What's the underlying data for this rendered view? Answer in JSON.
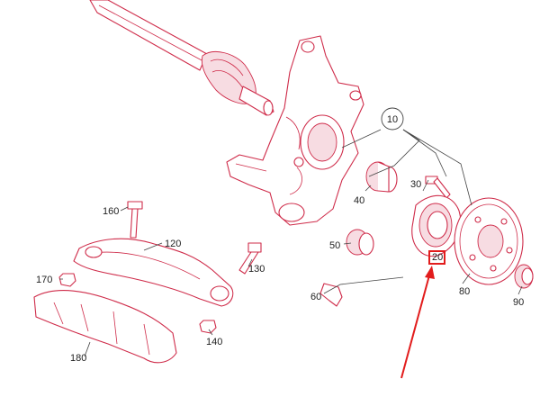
{
  "colors": {
    "line_art": "#cf2c4a",
    "label_text": "#222222",
    "highlight": "#e21c1c"
  },
  "labels": {
    "p10": "10",
    "p20": "20",
    "p30": "30",
    "p40": "40",
    "p50": "50",
    "p60": "60",
    "p80": "80",
    "p90": "90",
    "p120": "120",
    "p130": "130",
    "p140": "140",
    "p160": "160",
    "p170": "170",
    "p180": "180"
  }
}
